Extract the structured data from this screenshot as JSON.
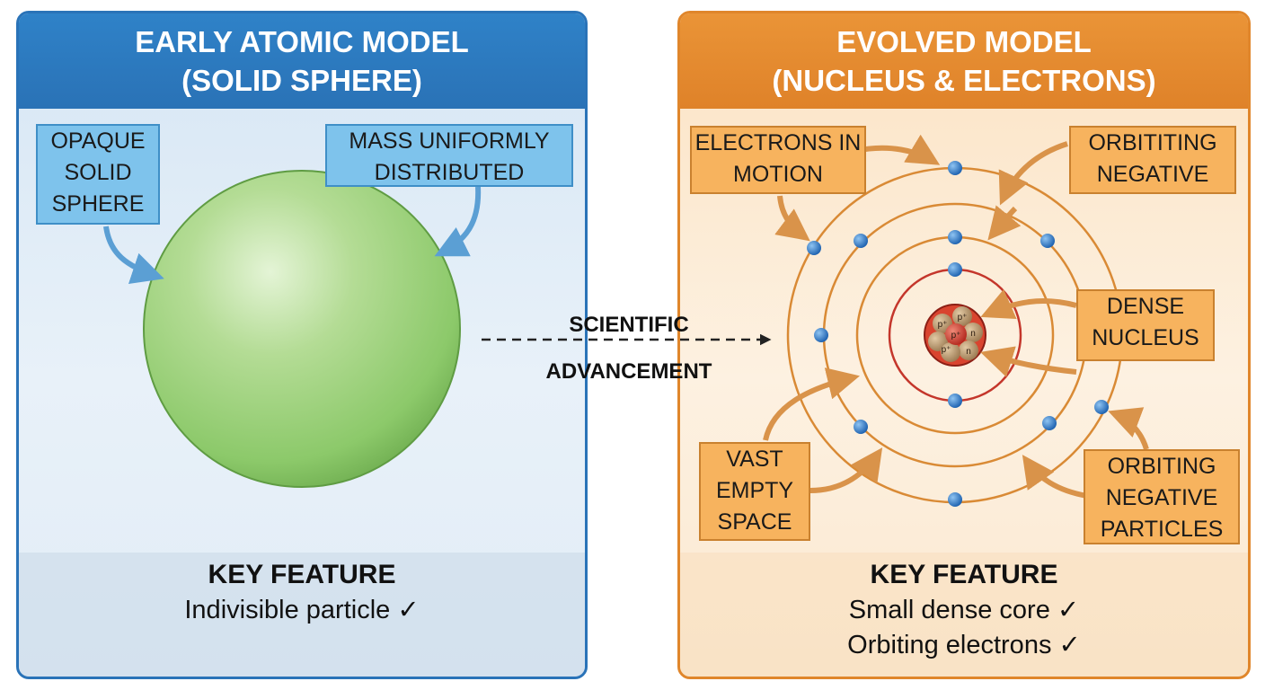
{
  "left_panel": {
    "title_line1": "EARLY ATOMIC MODEL",
    "title_line2": "(SOLID SPHERE)",
    "callouts": [
      "OPAQUE SOLID SPHERE",
      "MASS UNIFORMLY DISTRIBUTED"
    ],
    "key_feature_title": "KEY FEATURE",
    "key_feature_lines": [
      "Indivisible particle ✓"
    ]
  },
  "transition": {
    "line1": "SCIENTIFIC",
    "line2": "ADVANCEMENT"
  },
  "right_panel": {
    "title_line1": "EVOLVED MODEL",
    "title_line2": "(NUCLEUS & ELECTRONS)",
    "callouts": [
      "ELECTRONS IN MOTION",
      "ORBITITING NEGATIVE",
      "DENSE NUCLEUS",
      "VAST EMPTY SPACE",
      "ORBITING NEGATIVE PARTICLES"
    ],
    "nucleus_labels": [
      "p⁺",
      "p⁺",
      "n",
      "p⁺",
      "n",
      "p⁺"
    ],
    "key_feature_title": "KEY FEATURE",
    "key_feature_lines": [
      "Small dense core ✓",
      "Orbiting electrons ✓"
    ]
  },
  "colors": {
    "left_accent": "#2a73b8",
    "right_accent": "#e0862b",
    "sphere": "#8cc96a",
    "electron": "#1f6fc4",
    "nucleus": "#c4362b",
    "orbit": "#d98a35"
  }
}
